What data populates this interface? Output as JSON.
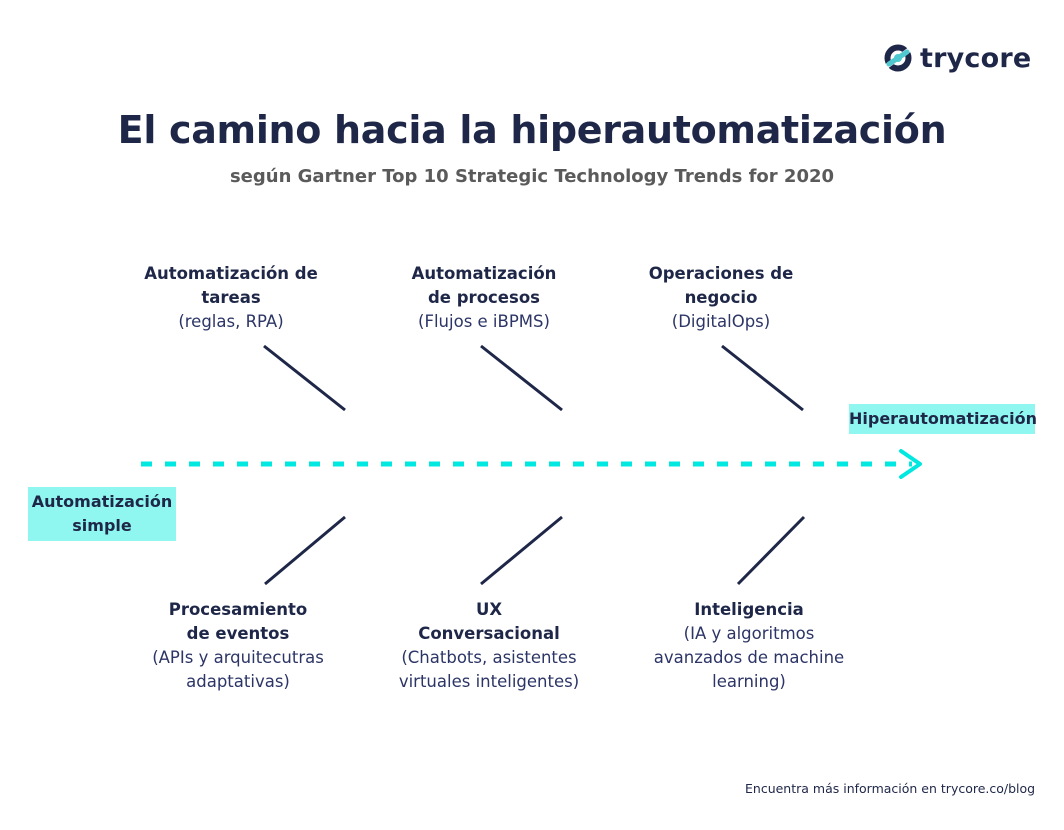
{
  "brand": {
    "logo_icon": "trycore-logo-icon",
    "name": "trycore",
    "colors": {
      "navy": "#1f2748",
      "cyan": "#00e8e0",
      "highlight": "#8ff7f0",
      "gray": "#5a5a5a"
    }
  },
  "header": {
    "title": "El camino hacia la hiperautomatización",
    "subtitle": "según Gartner Top 10 Strategic Technology Trends for 2020"
  },
  "diagram": {
    "start_label": "Automatización simple",
    "start_label_lines": [
      "Automatización",
      "simple"
    ],
    "end_label": "Hiperautomatización",
    "arrow": {
      "style": "dashed",
      "direction": "right",
      "color": "#00e8e0"
    },
    "top_branches": [
      {
        "title_lines": [
          "Automatización de",
          "tareas"
        ],
        "detail_lines": [
          "(reglas, RPA)"
        ]
      },
      {
        "title_lines": [
          "Automatización",
          "de procesos"
        ],
        "detail_lines": [
          "(Flujos e iBPMS)"
        ]
      },
      {
        "title_lines": [
          "Operaciones de",
          "negocio"
        ],
        "detail_lines": [
          "(DigitalOps)"
        ]
      }
    ],
    "bottom_branches": [
      {
        "title_lines": [
          "Procesamiento",
          "de eventos"
        ],
        "detail_lines": [
          "(APIs y arquitecutras",
          "adaptativas)"
        ]
      },
      {
        "title_lines": [
          "UX",
          "Conversacional"
        ],
        "detail_lines": [
          "(Chatbots, asistentes",
          "virtuales inteligentes)"
        ]
      },
      {
        "title_lines": [
          "Inteligencia"
        ],
        "detail_lines": [
          "(IA y algoritmos",
          "avanzados de machine",
          "learning)"
        ]
      }
    ]
  },
  "footer": {
    "text": "Encuentra más información en trycore.co/blog"
  }
}
